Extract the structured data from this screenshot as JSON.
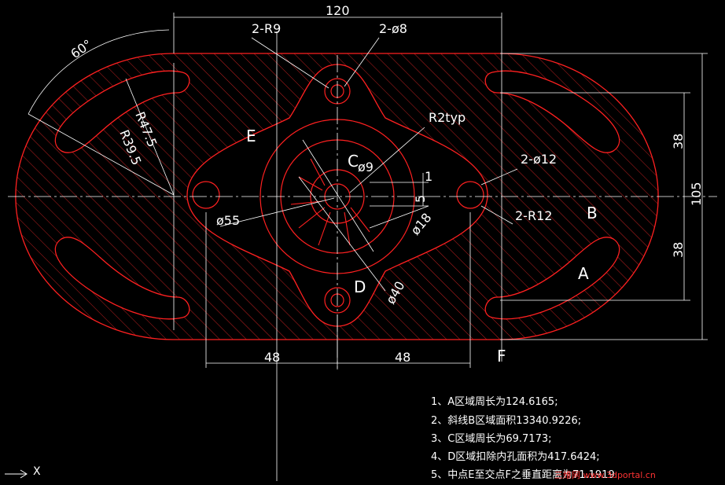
{
  "drawing": {
    "dims": {
      "d120": "120",
      "d105": "105",
      "d38a": "38",
      "d38b": "38",
      "d48a": "48",
      "d48b": "48",
      "r9": "2-R9",
      "phi8": "2-ø8",
      "r2typ": "R2typ",
      "phi12": "2-ø12",
      "r12": "2-R12",
      "phi9": "ø9",
      "phi18": "ø18",
      "phi40": "ø40",
      "phi55": "ø55",
      "r475": "R47.5",
      "r395": "R39.5",
      "a60": "60°",
      "d5": "5",
      "d1": "1"
    },
    "regions": {
      "A": "A",
      "B": "B",
      "C": "C",
      "D": "D",
      "E": "E",
      "F": "F"
    },
    "colors": {
      "background": "#000000",
      "outline": "#ff2020",
      "dimension": "#ffffff",
      "centerline": "#ffffff"
    }
  },
  "notes": [
    "1、A区域周长为124.6165;",
    "2、斜线B区域面积13340.9226;",
    "3、C区域周长为69.7173;",
    "4、D区域扣除内孔面积为417.6424;",
    "5、中点E至交点F之垂直距离为71.1919"
  ],
  "ucs": {
    "icon": "ucs-arrow-icon",
    "label": "X"
  },
  "watermark": "三维网 www.3dportal.cn"
}
